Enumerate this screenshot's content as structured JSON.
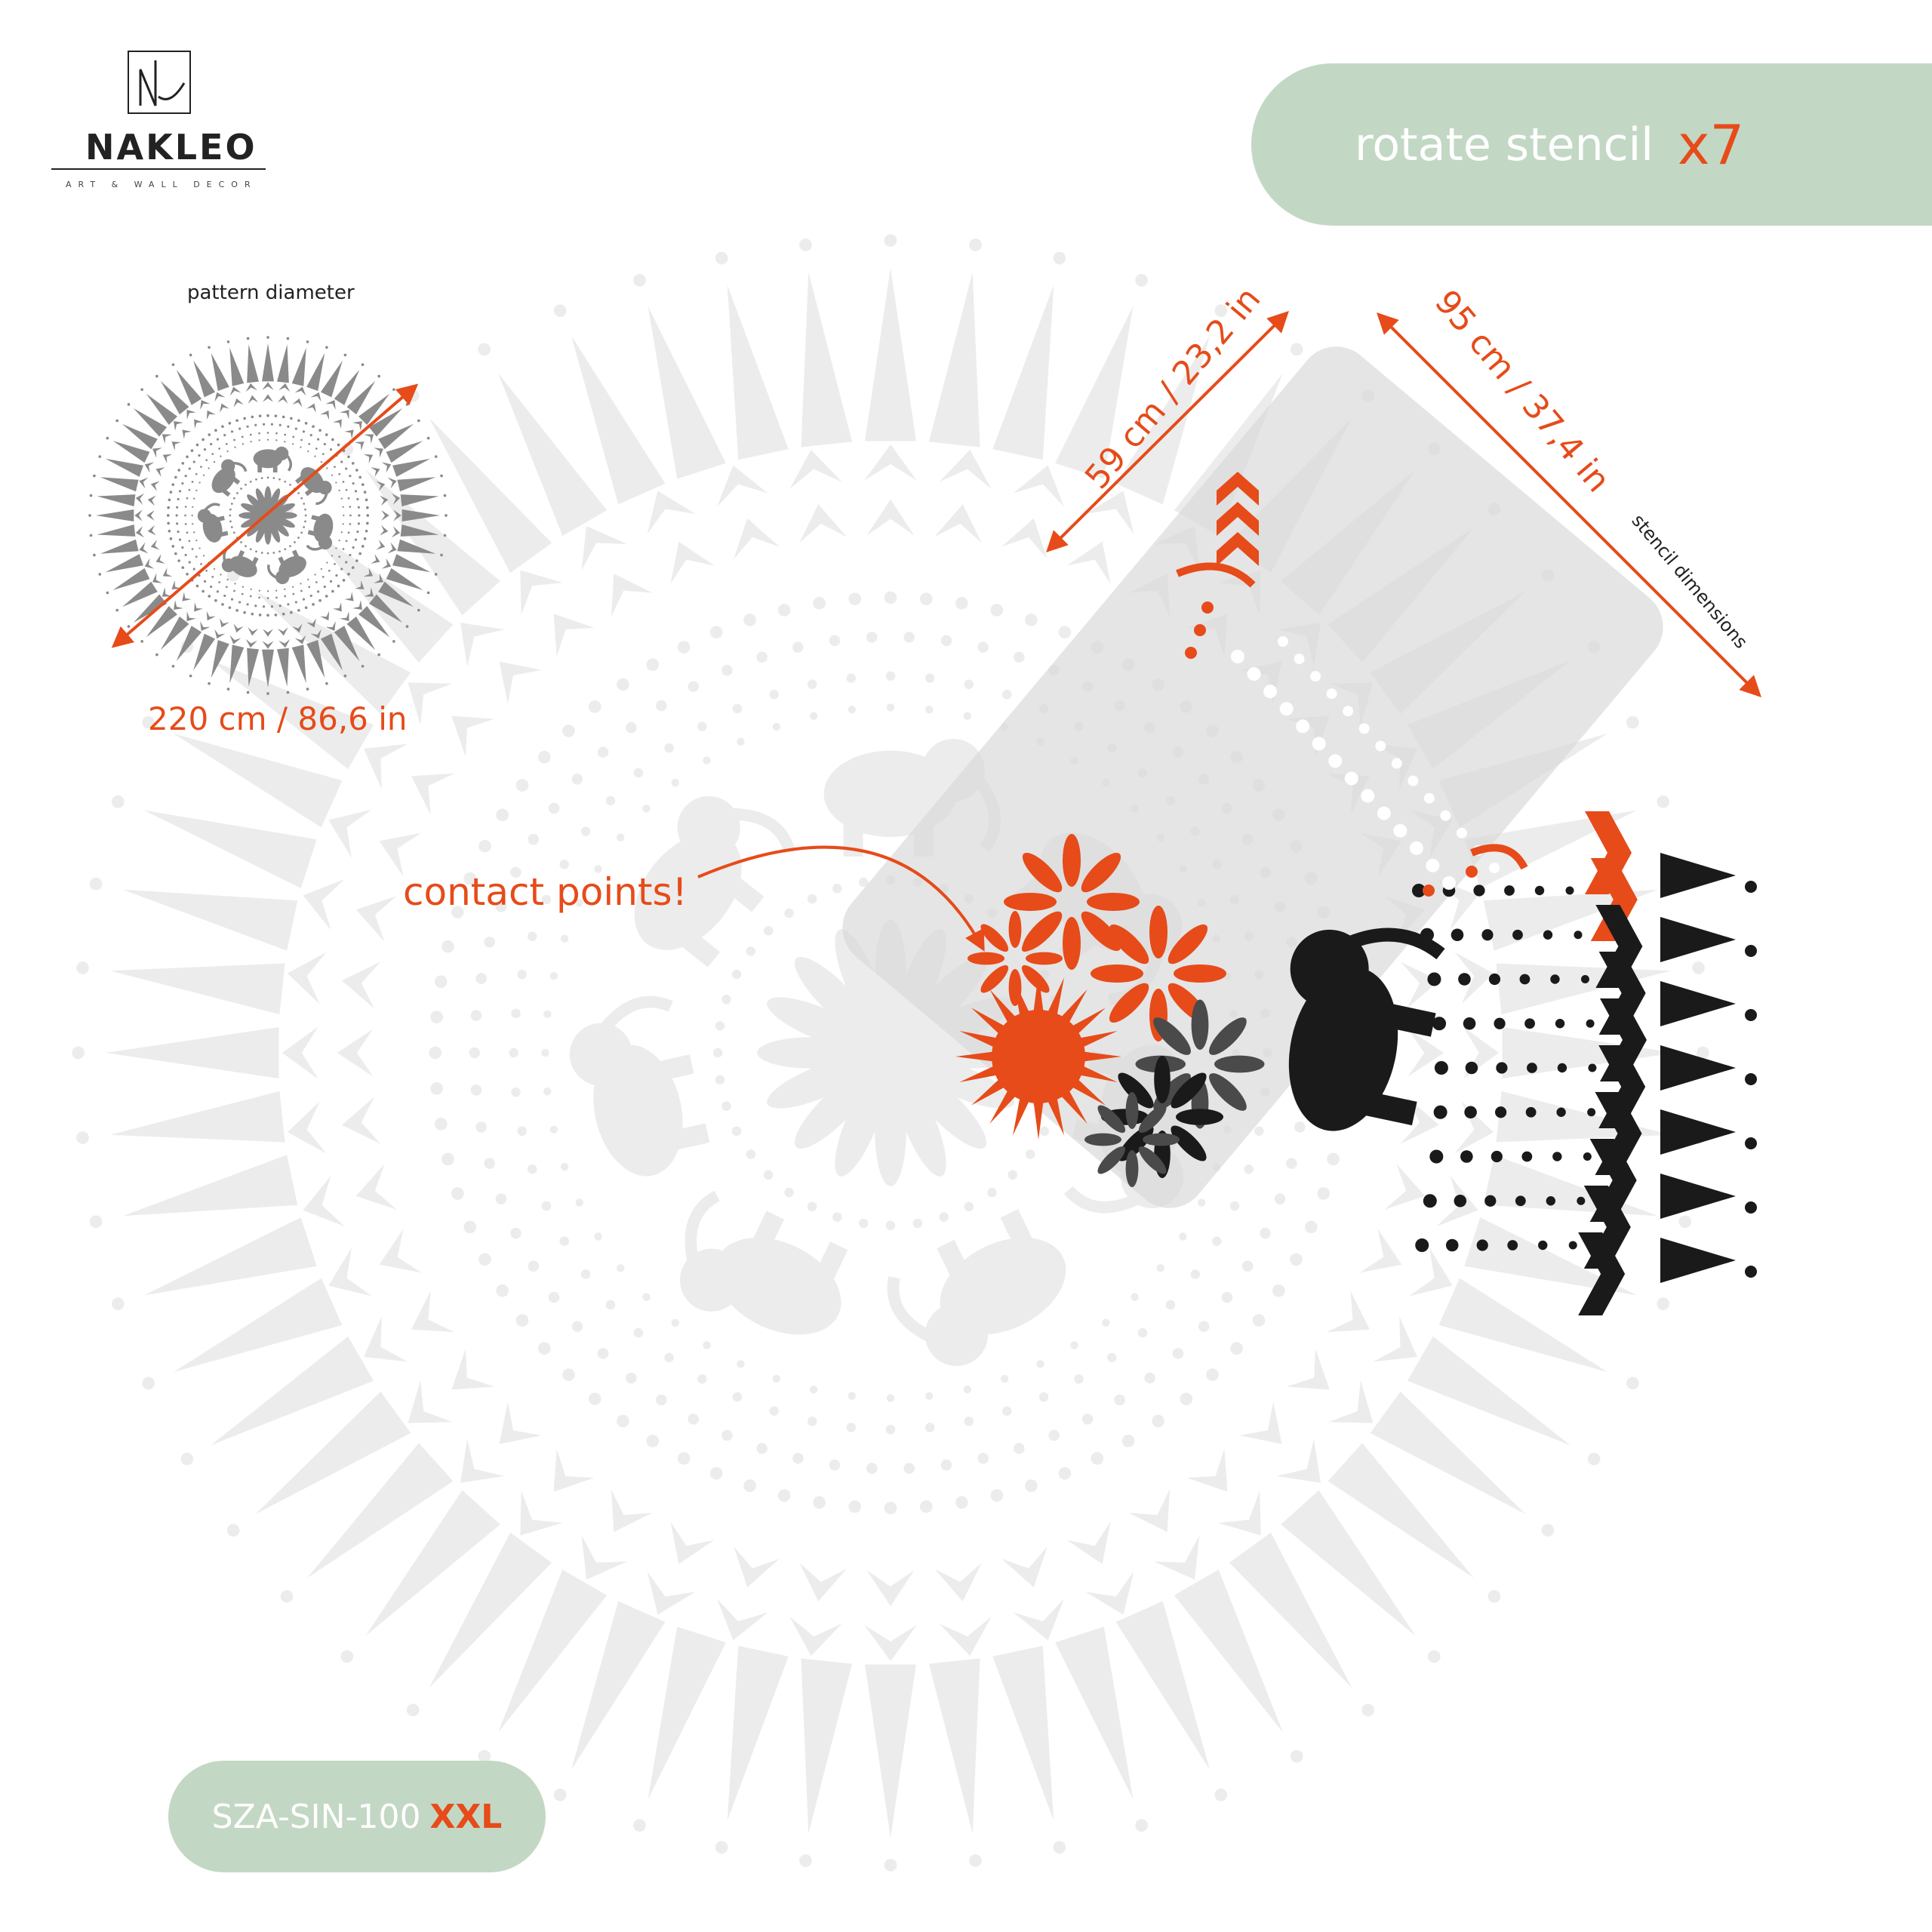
{
  "brand": {
    "monogram": "NL",
    "name": "NAKLEO",
    "tagline": "ART & WALL DECOR"
  },
  "header_badge": {
    "label": "rotate stencil",
    "count": "x7"
  },
  "pattern": {
    "caption": "pattern diameter",
    "diameter": "220 cm / 86,6 in"
  },
  "stencil": {
    "width": "59 cm / 23,2 in",
    "length": "95 cm / 37,4 in",
    "caption": "stencil dimensions"
  },
  "callout": {
    "text": "contact points!"
  },
  "product": {
    "code": "SZA-SIN-100",
    "size": "XXL"
  },
  "colors": {
    "accent": "#e64b19",
    "badge": "#c3d8c4",
    "ghost": "#ececec",
    "thumbnail": "#8a8a8a",
    "ink": "#1a1a1a"
  }
}
